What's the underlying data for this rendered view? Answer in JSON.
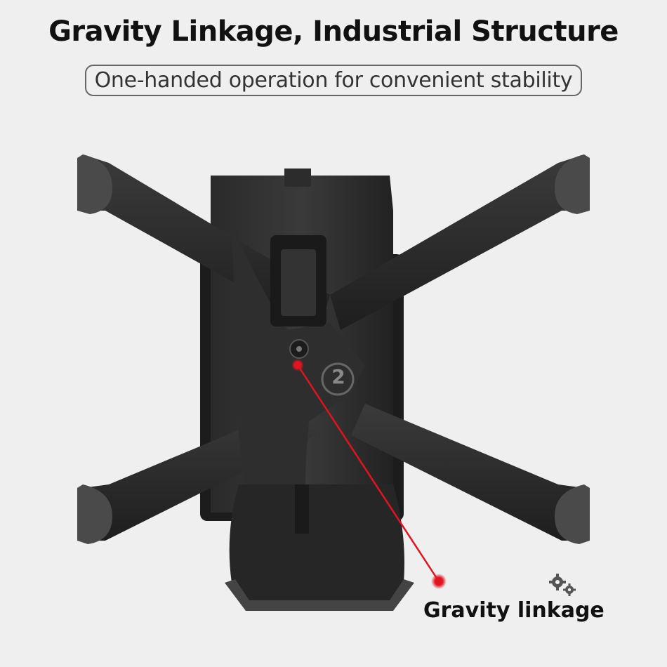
{
  "header": {
    "title": "Gravity Linkage, Industrial Structure",
    "subtitle": "One-handed operation for convenient stability"
  },
  "callout": {
    "label": "Gravity linkage",
    "accent_color": "#e0141e"
  },
  "product": {
    "part_number_label": "2"
  },
  "icons": {
    "feature_icon": "gears-icon"
  }
}
